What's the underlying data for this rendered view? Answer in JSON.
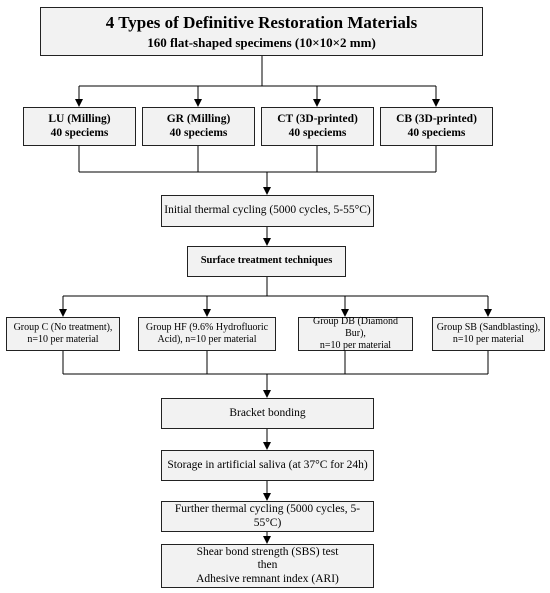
{
  "title": {
    "line1": "4 Types of Definitive Restoration Materials",
    "line2": "160 flat-shaped specimens (10×10×2 mm)"
  },
  "materials": [
    {
      "name": "LU (Milling)",
      "count": "40 speciems"
    },
    {
      "name": "GR (Milling)",
      "count": "40 speciems"
    },
    {
      "name": "CT (3D-printed)",
      "count": "40 speciems"
    },
    {
      "name": "CB (3D-printed)",
      "count": "40 speciems"
    }
  ],
  "initial_cycling": "Initial thermal cycling (5000 cycles, 5-55°C)",
  "surface_treatment": "Surface treatment techniques",
  "groups": [
    {
      "line1": "Group C (No treatment),",
      "line2": "n=10 per material"
    },
    {
      "line1": "Group HF (9.6% Hydrofluoric",
      "line2": "Acid), n=10 per material"
    },
    {
      "line1": "Group DB (Diamond Bur),",
      "line2": "n=10 per material"
    },
    {
      "line1": "Group SB (Sandblasting),",
      "line2": "n=10 per material"
    }
  ],
  "bracket_bonding": "Bracket bonding",
  "storage": "Storage in artificial saliva (at 37°C for 24h)",
  "further_cycling": "Further thermal cycling (5000 cycles, 5-55°C)",
  "final": {
    "line1": "Shear bond strength (SBS) test",
    "line2": "then",
    "line3": "Adhesive remnant index (ARI)"
  }
}
